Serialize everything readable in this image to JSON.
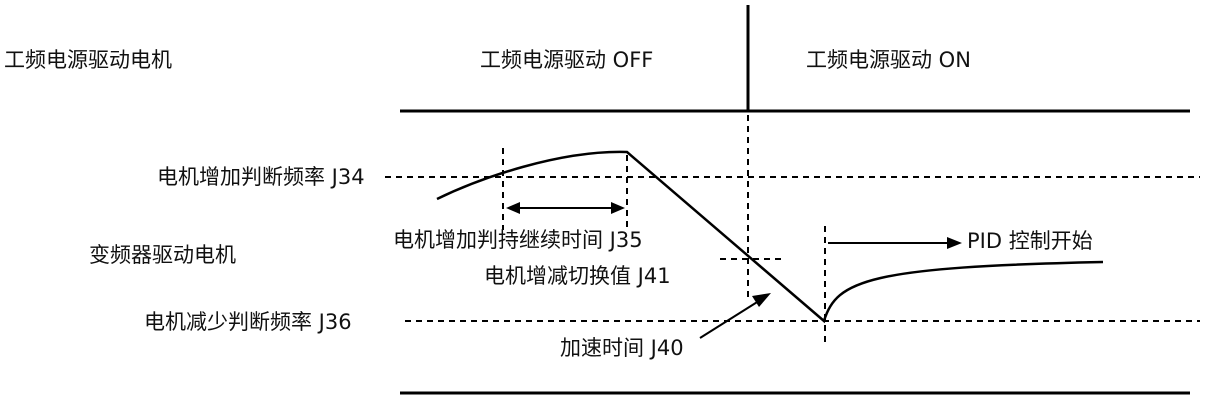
{
  "labels": {
    "power_driven_motor": "工频电源驱动电机",
    "power_drive_off": "工频电源驱动 OFF",
    "power_drive_on": "工频电源驱动 ON",
    "motor_increase_freq": "电机增加判断频率 J34",
    "motor_increase_hold_time": "电机增加判持继续时间 J35",
    "inverter_driven_motor": "变频器驱动电机",
    "motor_switch_value": "电机增减切换值 J41",
    "motor_decrease_freq": "电机减少判断频率 J36",
    "accel_time": "加速时间 J40",
    "pid_start": "PID 控制开始"
  }
}
